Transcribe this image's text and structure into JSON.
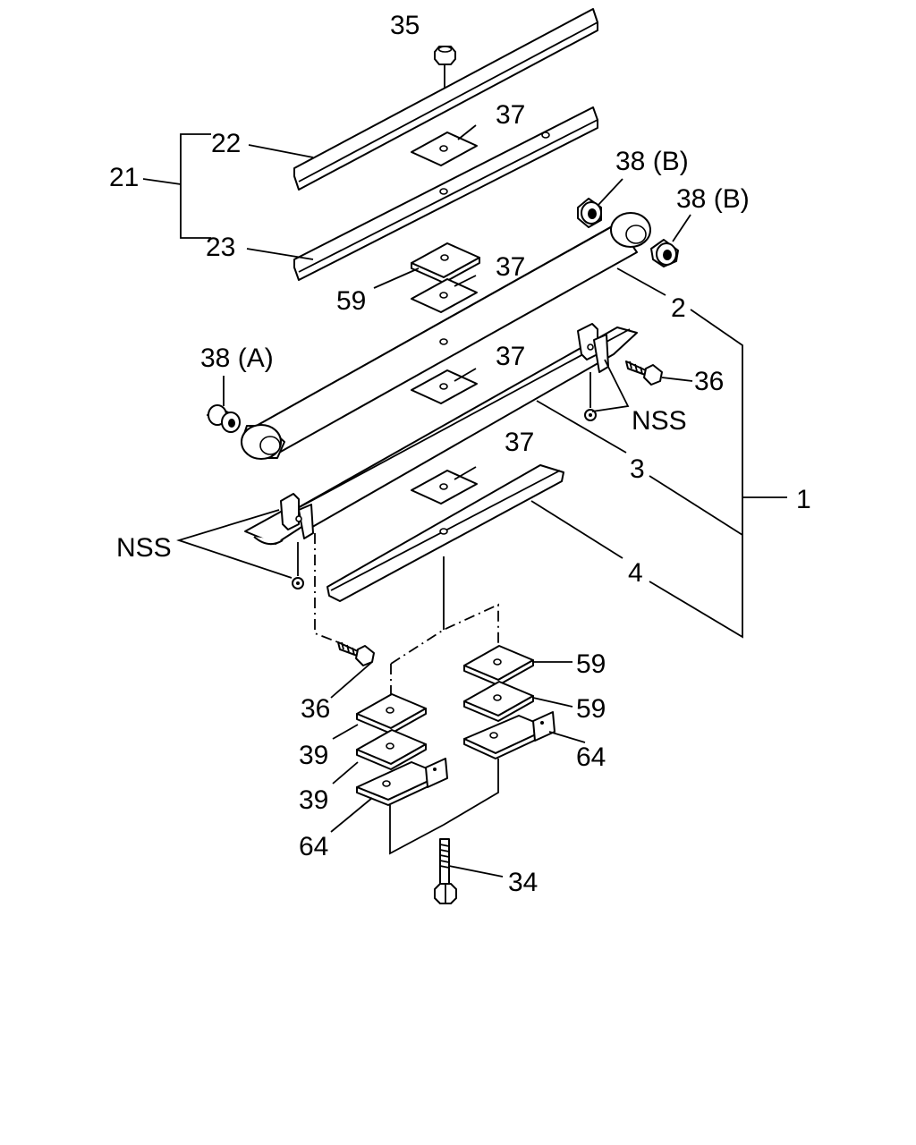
{
  "labels": {
    "l35": "35",
    "l22": "22",
    "l21": "21",
    "l23": "23",
    "l37a": "37",
    "l38b1": "38 (B)",
    "l38b2": "38 (B)",
    "l37b": "37",
    "l59a": "59",
    "l2": "2",
    "l38a": "38 (A)",
    "l37c": "37",
    "l36a": "36",
    "nss1": "NSS",
    "l37d": "37",
    "l3": "3",
    "l1": "1",
    "nss2": "NSS",
    "l4": "4",
    "l59b": "59",
    "l59c": "59",
    "l36b": "36",
    "l64a": "64",
    "l39a": "39",
    "l39b": "39",
    "l64b": "64",
    "l34": "34"
  }
}
